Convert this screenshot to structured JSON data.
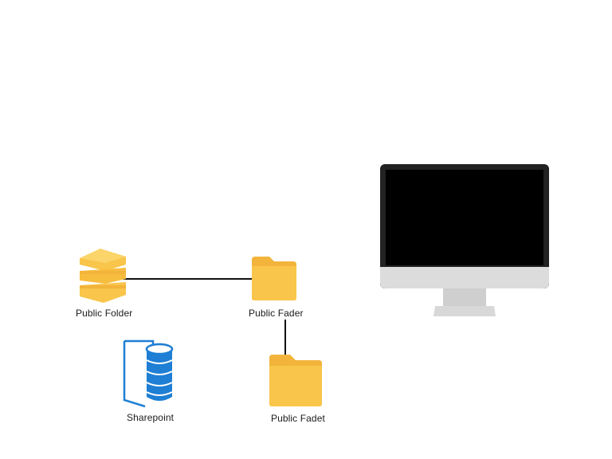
{
  "nodes": {
    "stack_folder": {
      "label": "Public Folder",
      "icon": "stacked-folder-icon"
    },
    "folder_top": {
      "label": "Public Fader",
      "icon": "folder-icon"
    },
    "folder_bottom": {
      "label": "Public Fadet",
      "icon": "folder-icon"
    },
    "sharepoint": {
      "label": "Sharepoint",
      "icon": "database-icon"
    },
    "monitor": {
      "icon": "monitor-icon"
    }
  },
  "colors": {
    "folder_yellow": "#f9c54a",
    "folder_shade": "#f2b43a",
    "database_blue": "#1e7fd4",
    "monitor_screen": "#000000",
    "monitor_frame": "#222222",
    "monitor_chin": "#dcdcdc",
    "connector": "#111111"
  }
}
